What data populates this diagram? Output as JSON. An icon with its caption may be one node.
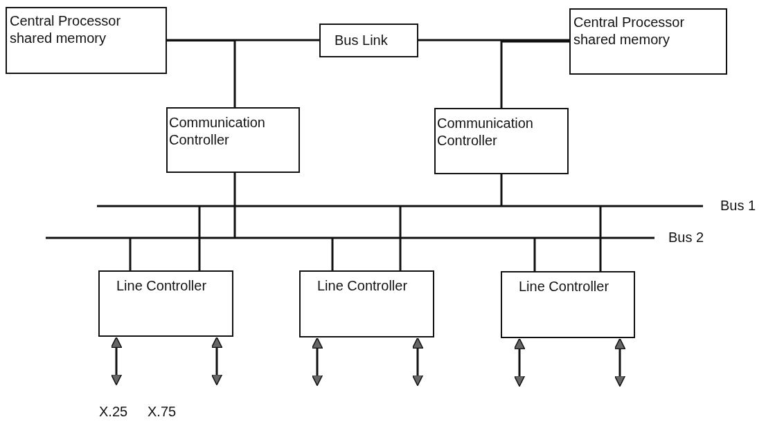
{
  "diagram": {
    "nodes": [
      {
        "text": [
          "Central Processor shared memory"
        ]
      },
      {
        "text": [
          "Bus Link"
        ]
      },
      {
        "text": [
          "Central Processor shared memory"
        ]
      },
      {
        "text": [
          "Communication Controller"
        ]
      },
      {
        "text": [
          "Communication Controller"
        ]
      },
      {
        "text": [
          "Bus 1"
        ]
      },
      {
        "text": [
          "Bus 2"
        ]
      },
      {
        "text": [
          "Line Controller"
        ]
      },
      {
        "text": [
          "Line Controller"
        ]
      },
      {
        "text": [
          "Line Controller"
        ]
      }
    ],
    "edges": [
      {
        "from": 0,
        "to": 1,
        "arrow": "none"
      },
      {
        "from": 1,
        "to": 2,
        "arrow": "none"
      },
      {
        "from": 3,
        "to": 0,
        "arrow": "none"
      },
      {
        "from": 4,
        "to": 2,
        "arrow": "none"
      },
      {
        "from": 3,
        "to": 6,
        "arrow": "none"
      },
      {
        "from": 4,
        "to": 5,
        "arrow": "none"
      },
      {
        "from": 7,
        "to": 6,
        "arrow": "none"
      },
      {
        "from": 7,
        "to": 5,
        "arrow": "none"
      },
      {
        "from": 8,
        "to": 6,
        "arrow": "none"
      },
      {
        "from": 8,
        "to": 5,
        "arrow": "none"
      },
      {
        "from": 9,
        "to": 6,
        "arrow": "none"
      },
      {
        "from": 9,
        "to": 5,
        "arrow": "none"
      },
      {
        "from": 7,
        "to": null,
        "arrow": "both"
      },
      {
        "from": 7,
        "to": null,
        "arrow": "both"
      },
      {
        "from": 8,
        "to": null,
        "arrow": "both"
      },
      {
        "from": 8,
        "to": null,
        "arrow": "both"
      },
      {
        "from": 9,
        "to": null,
        "arrow": "both"
      },
      {
        "from": 9,
        "to": null,
        "arrow": "both"
      }
    ],
    "labels": [
      "X.25",
      "X.75"
    ]
  }
}
